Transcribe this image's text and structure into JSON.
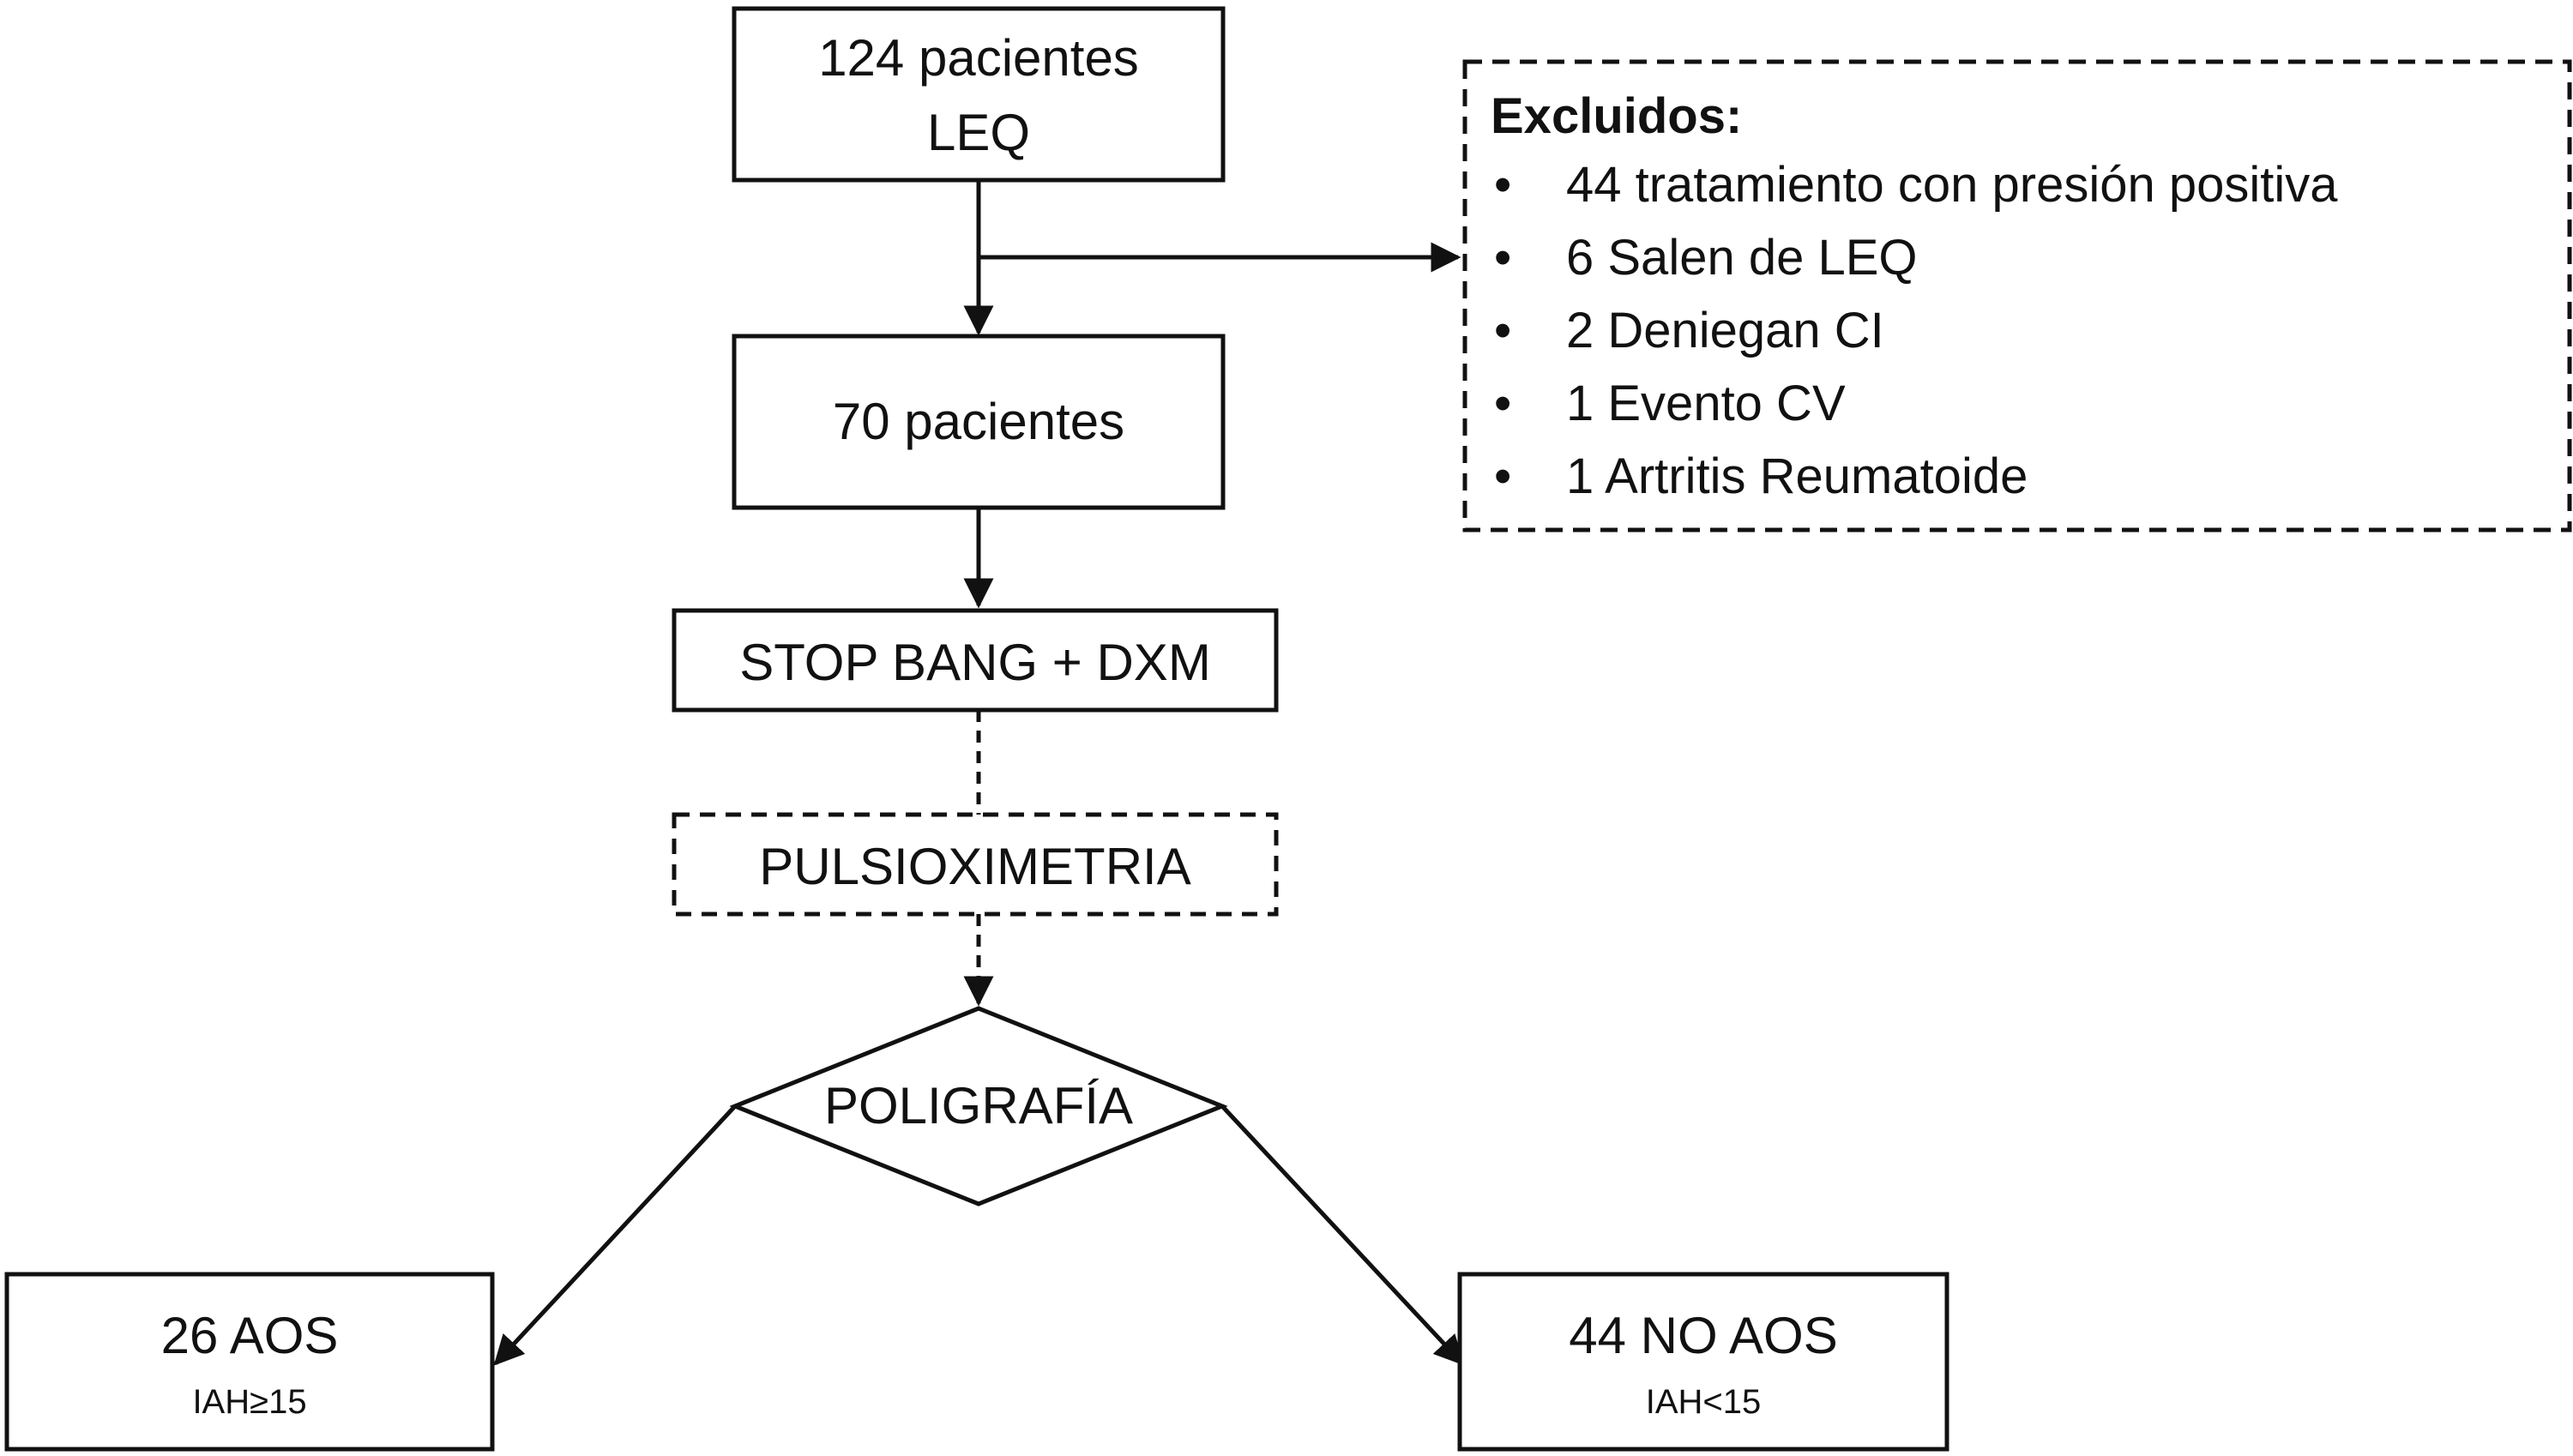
{
  "nodes": {
    "start": {
      "line1": "124 pacientes",
      "line2": "LEQ"
    },
    "included": {
      "label": "70 pacientes"
    },
    "screening": {
      "label": "STOP BANG + DXM"
    },
    "oximetry": {
      "label": "PULSIOXIMETRIA"
    },
    "polygraphy": {
      "label": "POLIGRAFÍA"
    },
    "aos": {
      "label": "26 AOS",
      "sublabel": "IAH≥15"
    },
    "no_aos": {
      "label": "44 NO AOS",
      "sublabel": "IAH<15"
    }
  },
  "excluded": {
    "title": "Excluidos:",
    "bullet": "•",
    "items": [
      "44 tratamiento con presión positiva",
      "6 Salen de LEQ",
      "2 Deniegan CI",
      "1 Evento CV",
      "1 Artritis Reumatoide"
    ]
  },
  "colors": {
    "stroke": "#111111",
    "background": "#ffffff"
  }
}
